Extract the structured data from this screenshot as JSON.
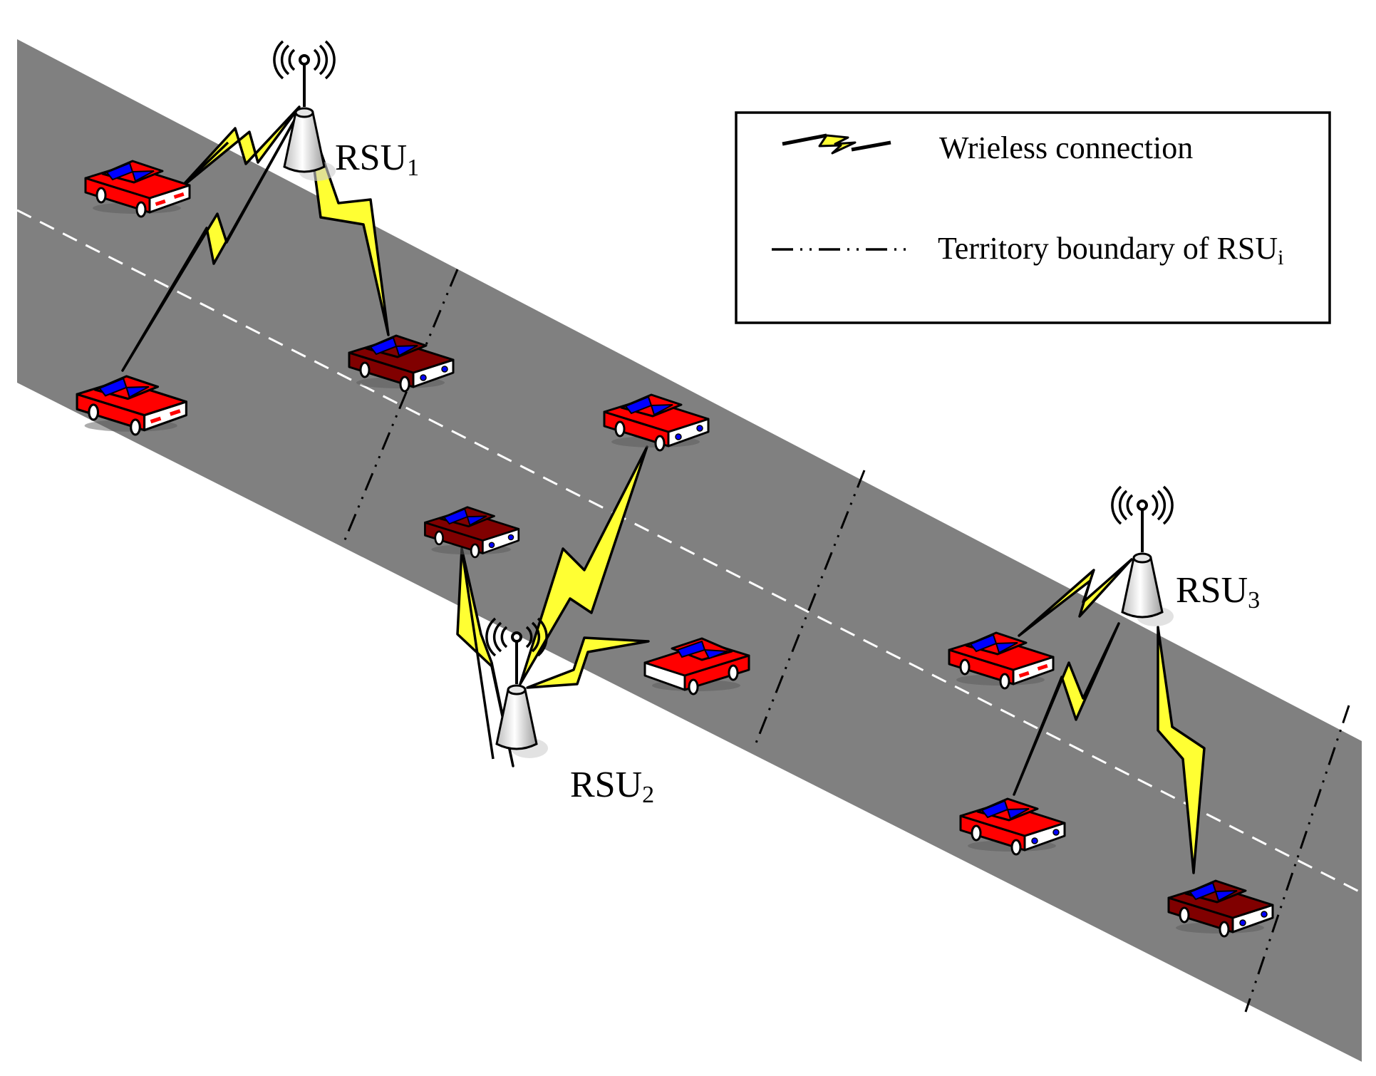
{
  "legend": {
    "wireless_label": "Wrieless  connection",
    "boundary_label_main": "Territory  boundary of RSU",
    "boundary_label_sub": "i"
  },
  "rsus": [
    {
      "base": "RSU",
      "sub": "1"
    },
    {
      "base": "RSU",
      "sub": "2"
    },
    {
      "base": "RSU",
      "sub": "3"
    }
  ],
  "colors": {
    "road": "#808080",
    "lane_marking": "#ffffff",
    "lightning": "#ffff33",
    "car_red": "#ff0000",
    "car_dark_red": "#800000",
    "car_window": "#0000ff",
    "tower": "#e6e6e6"
  },
  "icons": [
    "rsu-tower-icon",
    "car-icon",
    "lightning-icon",
    "antenna-signal-icon"
  ]
}
